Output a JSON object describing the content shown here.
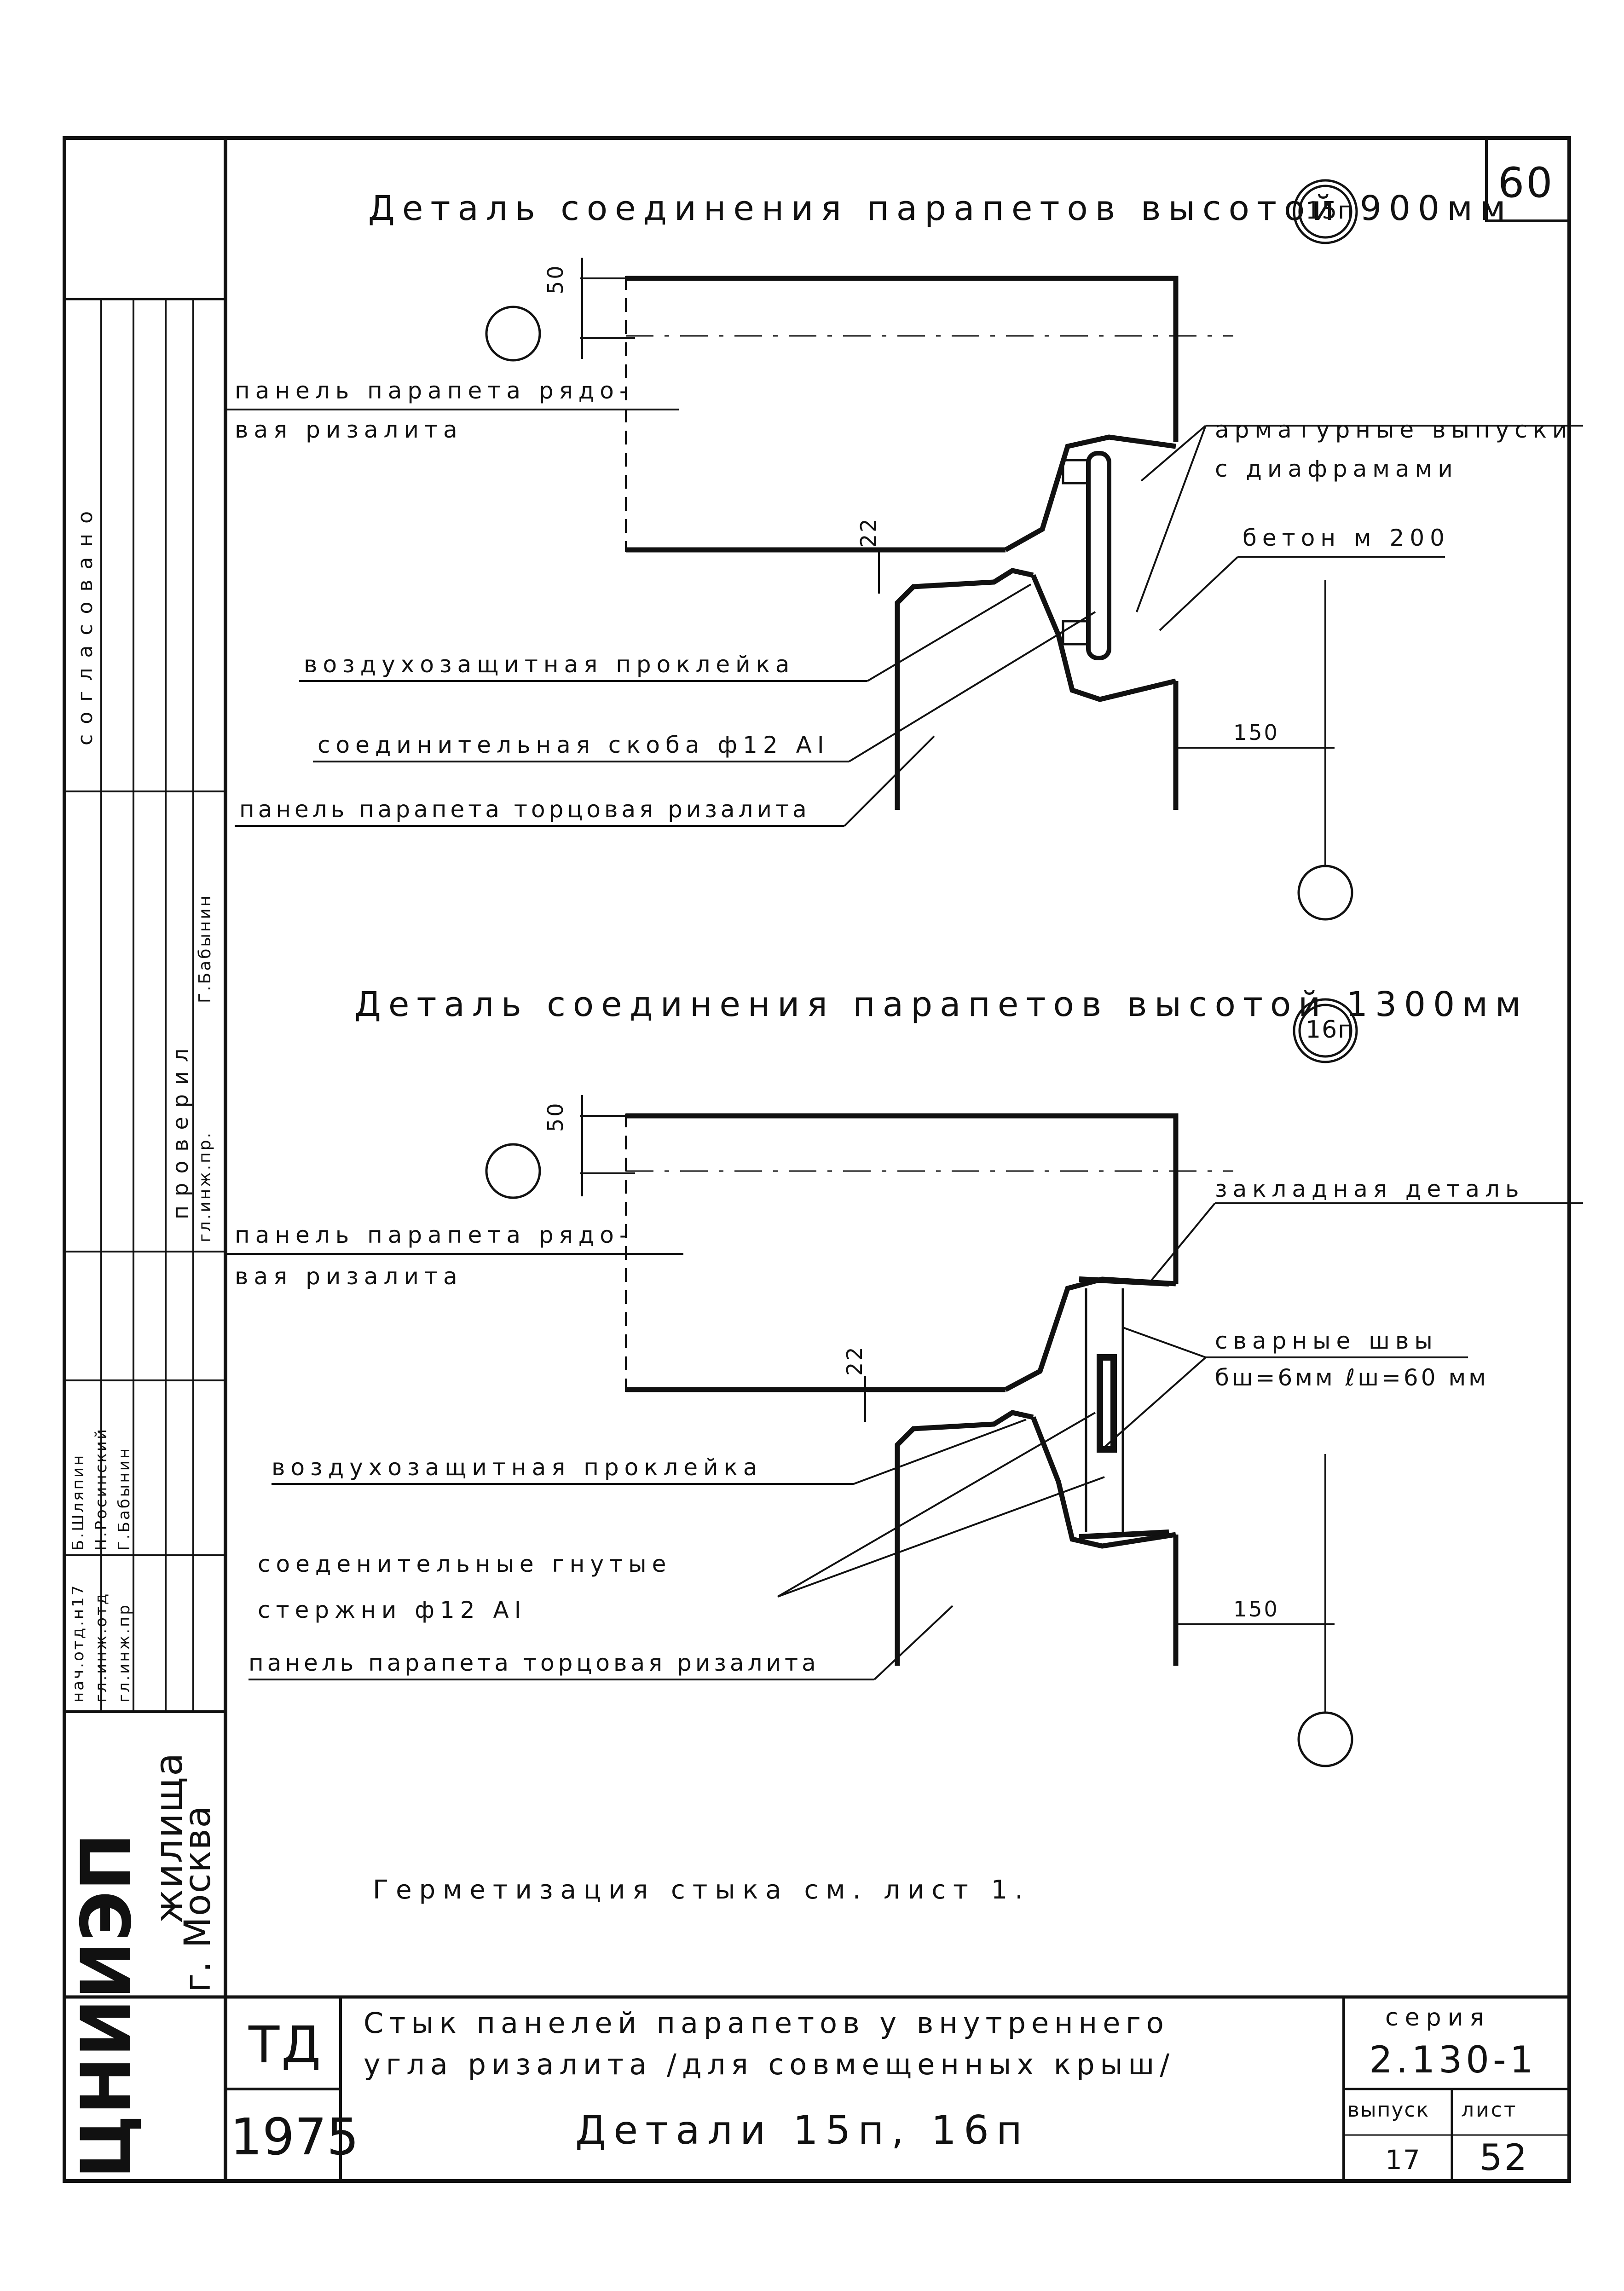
{
  "sheet_corner_number": "60",
  "detail_15": {
    "title": "Деталь соединения парапетов высотой 900мм",
    "marker": "15п",
    "dim_top": "50",
    "dim_gap": "22",
    "dim_side": "150",
    "labels": {
      "panel_row_1": "панель парапета рядо-",
      "panel_row_2": "вая ризалита",
      "rebar_1": "арматурные выпуски",
      "rebar_2": "с диафрамами",
      "concrete": "бетон м 200",
      "air_seal": "воздухозащитная проклейка",
      "bracket": "соединительная скоба ф12 AI",
      "panel_end": "панель парапета торцовая ризалита"
    }
  },
  "detail_16": {
    "title": "Деталь соединения парапетов высотой 1300мм",
    "marker": "16п",
    "dim_top": "50",
    "dim_gap": "22",
    "dim_side": "150",
    "labels": {
      "embedded": "закладная деталь",
      "panel_row_1": "панель парапета рядо-",
      "panel_row_2": "вая ризалита",
      "welds_1": "сварные швы",
      "welds_2": "бш=6мм  ℓш=60 мм",
      "air_seal": "воздухозащитная проклейка",
      "rods_1": "соеденительные гнутые",
      "rods_2": "стержни ф12 AI",
      "panel_end": "панель парапета торцовая ризалита"
    }
  },
  "note": "Герметизация стыка см. лист 1.",
  "side_stamp": {
    "agreed": "согласовано",
    "checked": "проверил",
    "checked_role": "гл.инж.пр.",
    "checked_name": "Г.Бабынин",
    "roles": [
      "нач.отд.н17",
      "гл.инж.отд",
      "гл.инж.пр"
    ],
    "names": [
      "Б.Шляпин",
      "Н.Росинский",
      "Г.Бабынин"
    ]
  },
  "org": {
    "name": "ЦНИИЭП",
    "name_suffix": "жилища",
    "city": "г. Москва"
  },
  "title_block": {
    "code": "ТД",
    "year": "1975",
    "line1": "Стык панелей парапетов у внутреннего",
    "line2": "угла ризалита  /для совмещенных крыш/",
    "line3": "Детали 15п, 16п",
    "series_label": "серия",
    "series_value": "2.130-1",
    "issue_label": "выпуск",
    "issue_value": "17",
    "sheet_label": "лист",
    "sheet_value": "52"
  },
  "colors": {
    "ink": "#111111",
    "paper": "#ffffff"
  }
}
